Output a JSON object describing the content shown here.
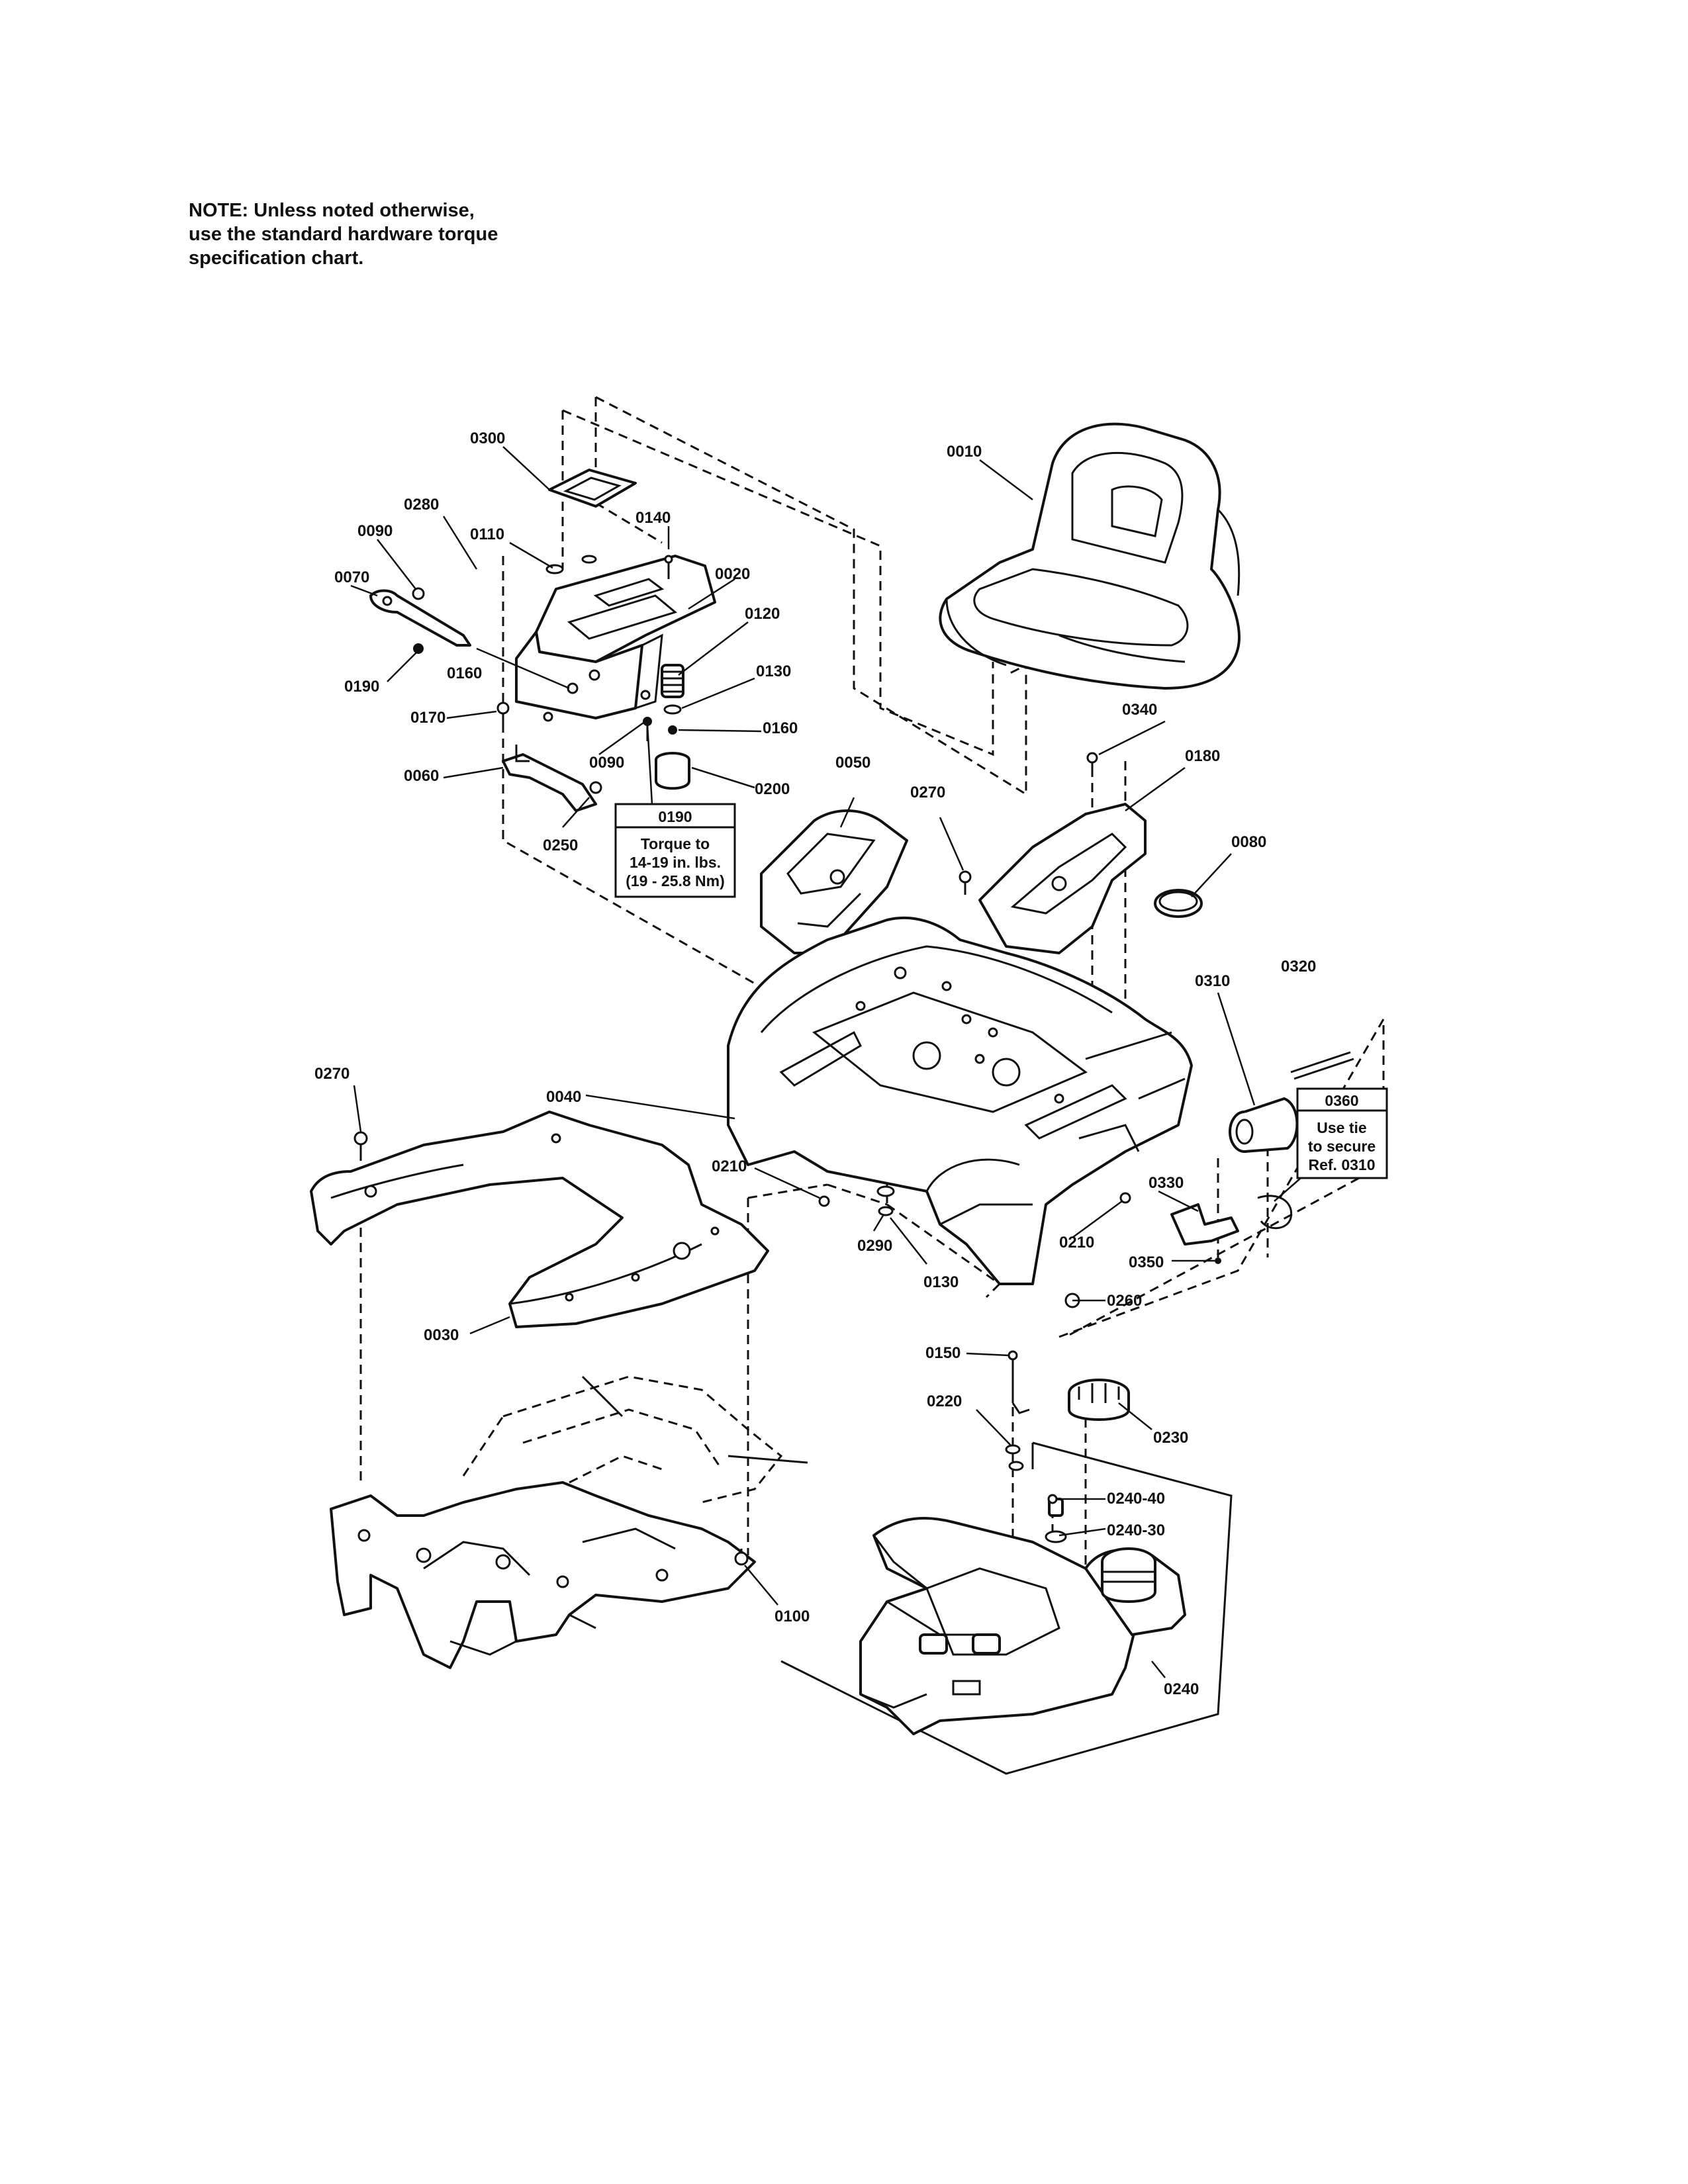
{
  "note": {
    "lines": [
      "NOTE: Unless noted otherwise,",
      "use the standard hardware torque",
      "specification chart."
    ]
  },
  "callouts": {
    "p0010": "0010",
    "p0020": "0020",
    "p0030": "0030",
    "p0040": "0040",
    "p0050": "0050",
    "p0060": "0060",
    "p0070": "0070",
    "p0080": "0080",
    "p0090a": "0090",
    "p0090b": "0090",
    "p0100": "0100",
    "p0110": "0110",
    "p0120": "0120",
    "p0130a": "0130",
    "p0130b": "0130",
    "p0140": "0140",
    "p0150": "0150",
    "p0160a": "0160",
    "p0160b": "0160",
    "p0170": "0170",
    "p0180": "0180",
    "p0190a": "0190",
    "p0200": "0200",
    "p0210a": "0210",
    "p0210b": "0210",
    "p0220": "0220",
    "p0230": "0230",
    "p0240": "0240",
    "p0240_30": "0240-30",
    "p0240_40": "0240-40",
    "p0250": "0250",
    "p0260": "0260",
    "p0270a": "0270",
    "p0270b": "0270",
    "p0280": "0280",
    "p0290": "0290",
    "p0300": "0300",
    "p0310": "0310",
    "p0320": "0320",
    "p0330": "0330",
    "p0340": "0340",
    "p0350": "0350"
  },
  "torque_box": {
    "ref": "0190",
    "line1": "Torque to",
    "line2": "14-19 in. lbs.",
    "line3": "(19 - 25.8 Nm)"
  },
  "tie_box": {
    "ref": "0360",
    "line1": "Use tie",
    "line2": "to secure",
    "line3": "Ref. 0310"
  }
}
